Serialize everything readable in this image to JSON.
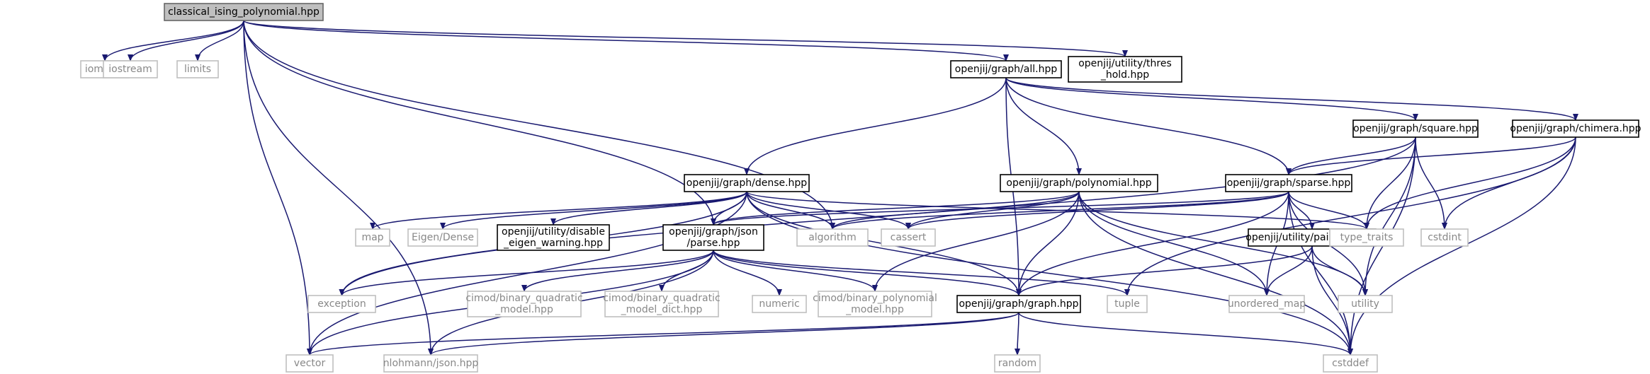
{
  "colors": {
    "edge": "#191970",
    "root_fill": "#bfbfbf",
    "system_border": "#bfbfbf",
    "system_text": "#888888",
    "project_border": "#000000"
  },
  "nodes": {
    "root": [
      "classical_ising_polynomial.hpp"
    ],
    "iomanip": [
      "iomanip"
    ],
    "iostream": [
      "iostream"
    ],
    "limits": [
      "limits"
    ],
    "all": [
      "openjij/graph/all.hpp"
    ],
    "thres": [
      "openjij/utility/thres",
      "_hold.hpp"
    ],
    "square": [
      "openjij/graph/square.hpp"
    ],
    "chimera": [
      "openjij/graph/chimera.hpp"
    ],
    "dense": [
      "openjij/graph/dense.hpp"
    ],
    "polynomial": [
      "openjij/graph/polynomial.hpp"
    ],
    "sparse": [
      "openjij/graph/sparse.hpp"
    ],
    "cstdint": [
      "cstdint"
    ],
    "map": [
      "map"
    ],
    "eigen": [
      "Eigen/Dense"
    ],
    "disable": [
      "openjij/utility/disable",
      "_eigen_warning.hpp"
    ],
    "parse": [
      "openjij/graph/json",
      "/parse.hpp"
    ],
    "algorithm": [
      "algorithm"
    ],
    "cassert": [
      "cassert"
    ],
    "pairhash": [
      "openjij/utility/pairhash.hpp"
    ],
    "type_traits": [
      "type_traits"
    ],
    "exception": [
      "exception"
    ],
    "bqm": [
      "cimod/binary_quadratic",
      "_model.hpp"
    ],
    "bqmdict": [
      "cimod/binary_quadratic",
      "_model_dict.hpp"
    ],
    "numeric": [
      "numeric"
    ],
    "bpm": [
      "cimod/binary_polynomial",
      "_model.hpp"
    ],
    "graph": [
      "openjij/graph/graph.hpp"
    ],
    "tuple": [
      "tuple"
    ],
    "unordered_map": [
      "unordered_map"
    ],
    "utility": [
      "utility"
    ],
    "vector": [
      "vector"
    ],
    "json": [
      "nlohmann/json.hpp"
    ],
    "random": [
      "random"
    ],
    "cstddef": [
      "cstddef"
    ]
  },
  "edges": [
    [
      "root",
      "iomanip"
    ],
    [
      "root",
      "iostream"
    ],
    [
      "root",
      "limits"
    ],
    [
      "root",
      "all"
    ],
    [
      "root",
      "thres"
    ],
    [
      "root",
      "vector"
    ],
    [
      "root",
      "json"
    ],
    [
      "root",
      "parse"
    ],
    [
      "root",
      "algorithm"
    ],
    [
      "all",
      "dense"
    ],
    [
      "all",
      "polynomial"
    ],
    [
      "all",
      "sparse"
    ],
    [
      "all",
      "square"
    ],
    [
      "all",
      "chimera"
    ],
    [
      "all",
      "graph"
    ],
    [
      "square",
      "sparse"
    ],
    [
      "square",
      "exception"
    ],
    [
      "square",
      "cstdint"
    ],
    [
      "square",
      "type_traits"
    ],
    [
      "square",
      "utility"
    ],
    [
      "square",
      "cstddef"
    ],
    [
      "chimera",
      "sparse"
    ],
    [
      "chimera",
      "cstdint"
    ],
    [
      "chimera",
      "type_traits"
    ],
    [
      "chimera",
      "tuple"
    ],
    [
      "chimera",
      "cstddef"
    ],
    [
      "dense",
      "map"
    ],
    [
      "dense",
      "eigen"
    ],
    [
      "dense",
      "disable"
    ],
    [
      "dense",
      "parse"
    ],
    [
      "dense",
      "algorithm"
    ],
    [
      "dense",
      "cassert"
    ],
    [
      "dense",
      "type_traits"
    ],
    [
      "dense",
      "exception"
    ],
    [
      "dense",
      "vector"
    ],
    [
      "dense",
      "graph"
    ],
    [
      "dense",
      "cstddef"
    ],
    [
      "polynomial",
      "parse"
    ],
    [
      "polynomial",
      "algorithm"
    ],
    [
      "polynomial",
      "cassert"
    ],
    [
      "polynomial",
      "bpm"
    ],
    [
      "polynomial",
      "graph"
    ],
    [
      "polynomial",
      "unordered_map"
    ],
    [
      "polynomial",
      "utility"
    ],
    [
      "polynomial",
      "cstddef"
    ],
    [
      "sparse",
      "parse"
    ],
    [
      "sparse",
      "algorithm"
    ],
    [
      "sparse",
      "cassert"
    ],
    [
      "sparse",
      "pairhash"
    ],
    [
      "sparse",
      "graph"
    ],
    [
      "sparse",
      "type_traits"
    ],
    [
      "sparse",
      "unordered_map"
    ],
    [
      "sparse",
      "utility"
    ],
    [
      "sparse",
      "cstddef"
    ],
    [
      "pairhash",
      "graph"
    ],
    [
      "pairhash",
      "unordered_map"
    ],
    [
      "pairhash",
      "utility"
    ],
    [
      "pairhash",
      "cstddef"
    ],
    [
      "parse",
      "exception"
    ],
    [
      "parse",
      "vector"
    ],
    [
      "parse",
      "json"
    ],
    [
      "parse",
      "bqm"
    ],
    [
      "parse",
      "bqmdict"
    ],
    [
      "parse",
      "numeric"
    ],
    [
      "parse",
      "bpm"
    ],
    [
      "parse",
      "graph"
    ],
    [
      "parse",
      "tuple"
    ],
    [
      "graph",
      "vector"
    ],
    [
      "graph",
      "json"
    ],
    [
      "graph",
      "random"
    ],
    [
      "graph",
      "cstddef"
    ]
  ]
}
